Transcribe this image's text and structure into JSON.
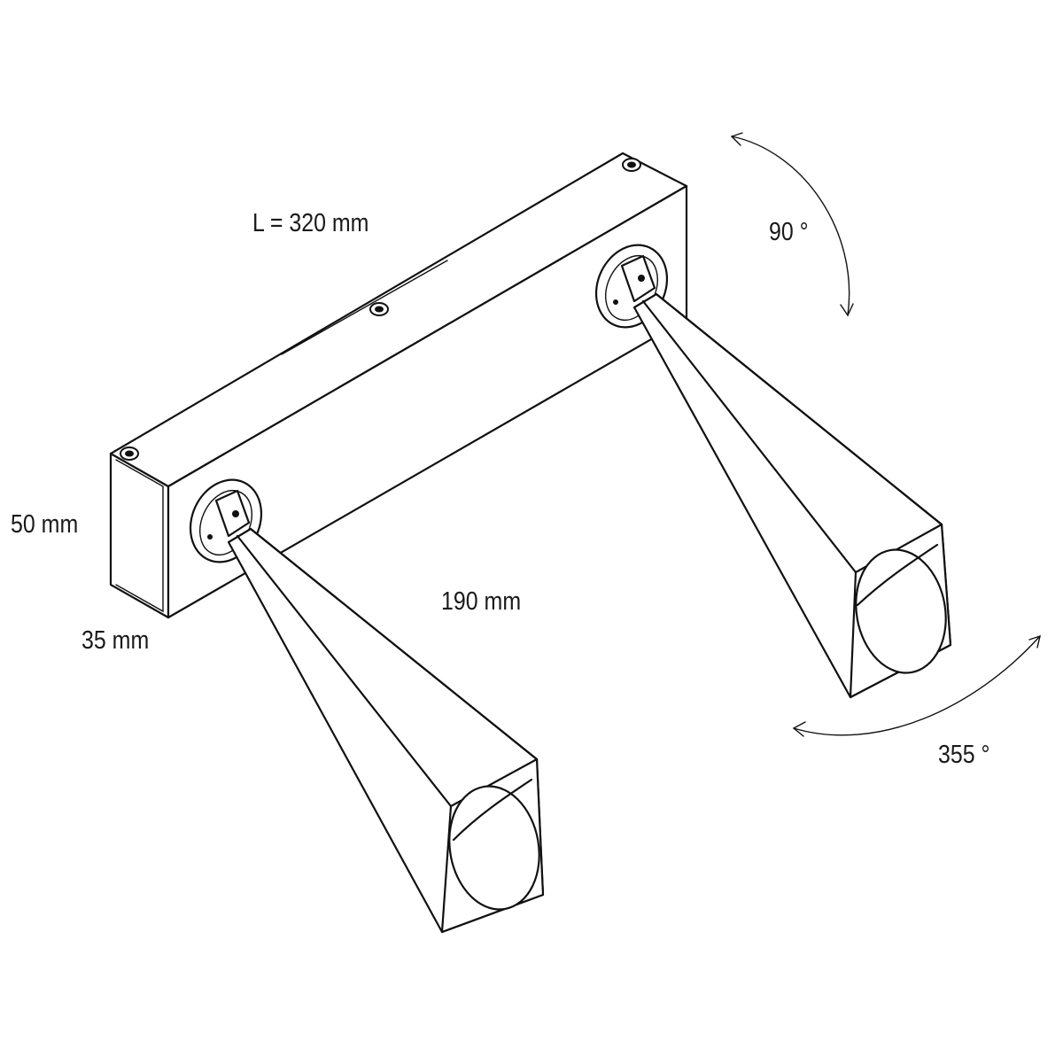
{
  "dimensions": {
    "length": "L = 320 mm",
    "height": "50 mm",
    "depth": "35 mm",
    "spacing": "190 mm"
  },
  "adjustment": {
    "tilt": "90 °",
    "rotation": "355 °"
  },
  "colors": {
    "line": "#111111",
    "background": "#ffffff"
  }
}
